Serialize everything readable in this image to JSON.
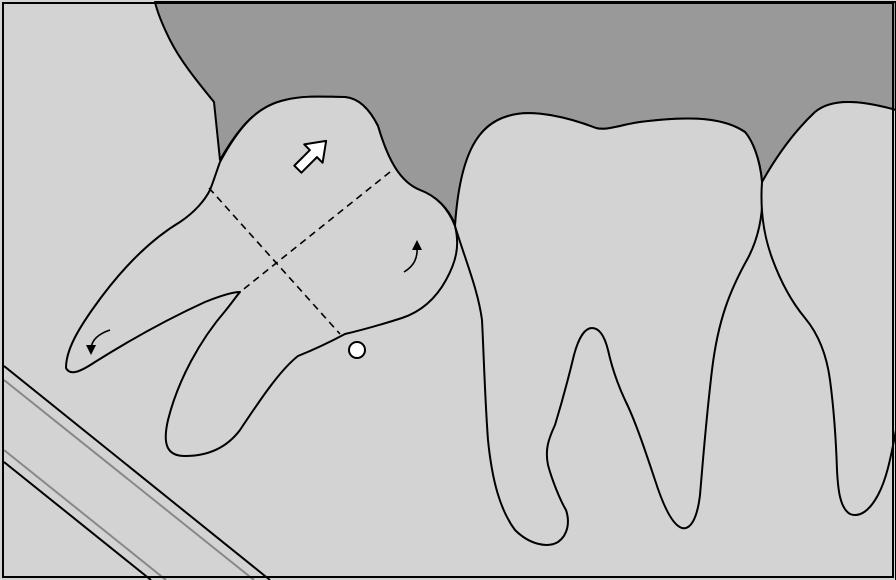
{
  "diagram": {
    "subject": "impacted-lower-third-molar-extraction",
    "colors": {
      "background": "#d3d3d3",
      "gum": "#999999",
      "outline": "#000000",
      "instrument_line": "#888888"
    },
    "icons": {
      "movement_direction": "hollow-arrow-up-right",
      "rotation_crown": "curved-arrow-up",
      "rotation_root": "curved-arrow-down-left",
      "fulcrum": "small-circle"
    }
  }
}
